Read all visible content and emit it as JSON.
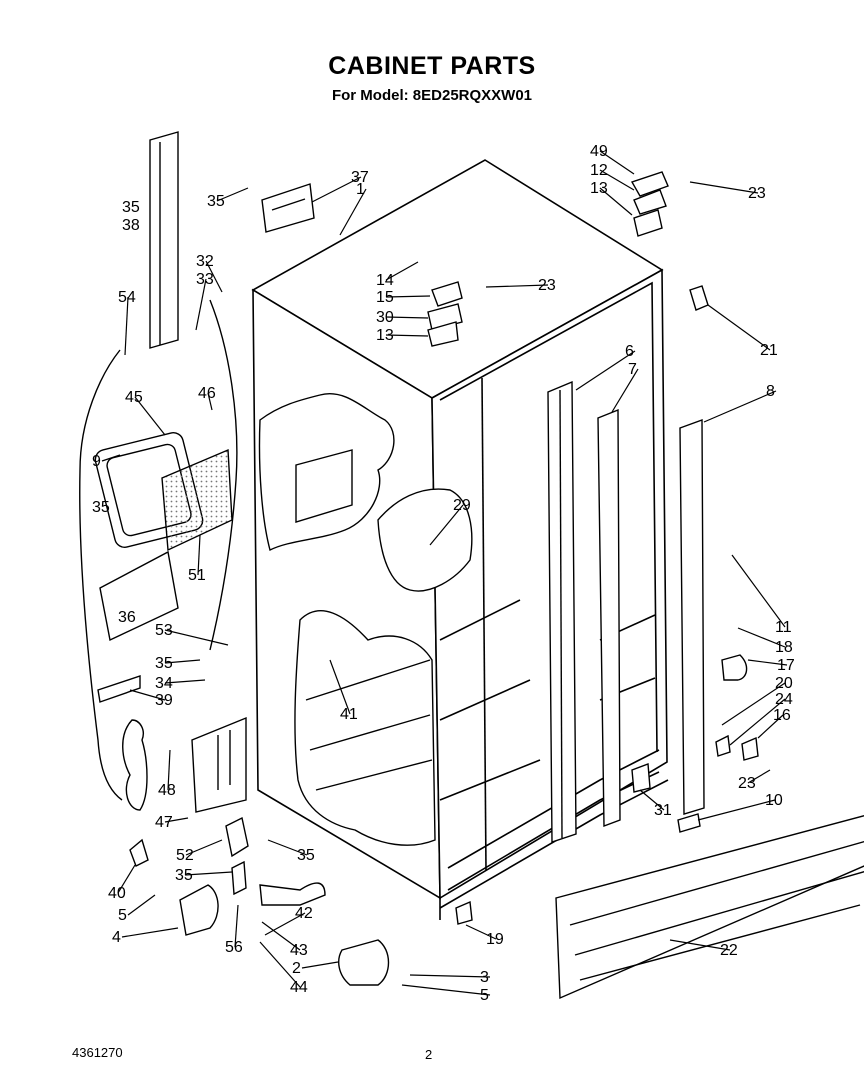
{
  "title": "CABINET PARTS",
  "subtitle": "For Model: 8ED25RQXXW01",
  "doc_number": "4361270",
  "page_number": "2",
  "colors": {
    "ink": "#000000",
    "paper": "#ffffff",
    "dot_fill": "#7a7a7a"
  },
  "callouts": [
    "35",
    "38",
    "54",
    "45",
    "9",
    "35",
    "36",
    "53",
    "35",
    "34",
    "39",
    "48",
    "47",
    "40",
    "5",
    "4",
    "32",
    "33",
    "46",
    "51",
    "52",
    "35",
    "35",
    "56",
    "42",
    "43",
    "44",
    "2",
    "3",
    "5",
    "35",
    "37",
    "1",
    "14",
    "15",
    "30",
    "13",
    "23",
    "49",
    "12",
    "13",
    "23",
    "21",
    "6",
    "7",
    "8",
    "29",
    "41",
    "11",
    "18",
    "17",
    "20",
    "24",
    "16",
    "23",
    "10",
    "31",
    "19",
    "22"
  ]
}
